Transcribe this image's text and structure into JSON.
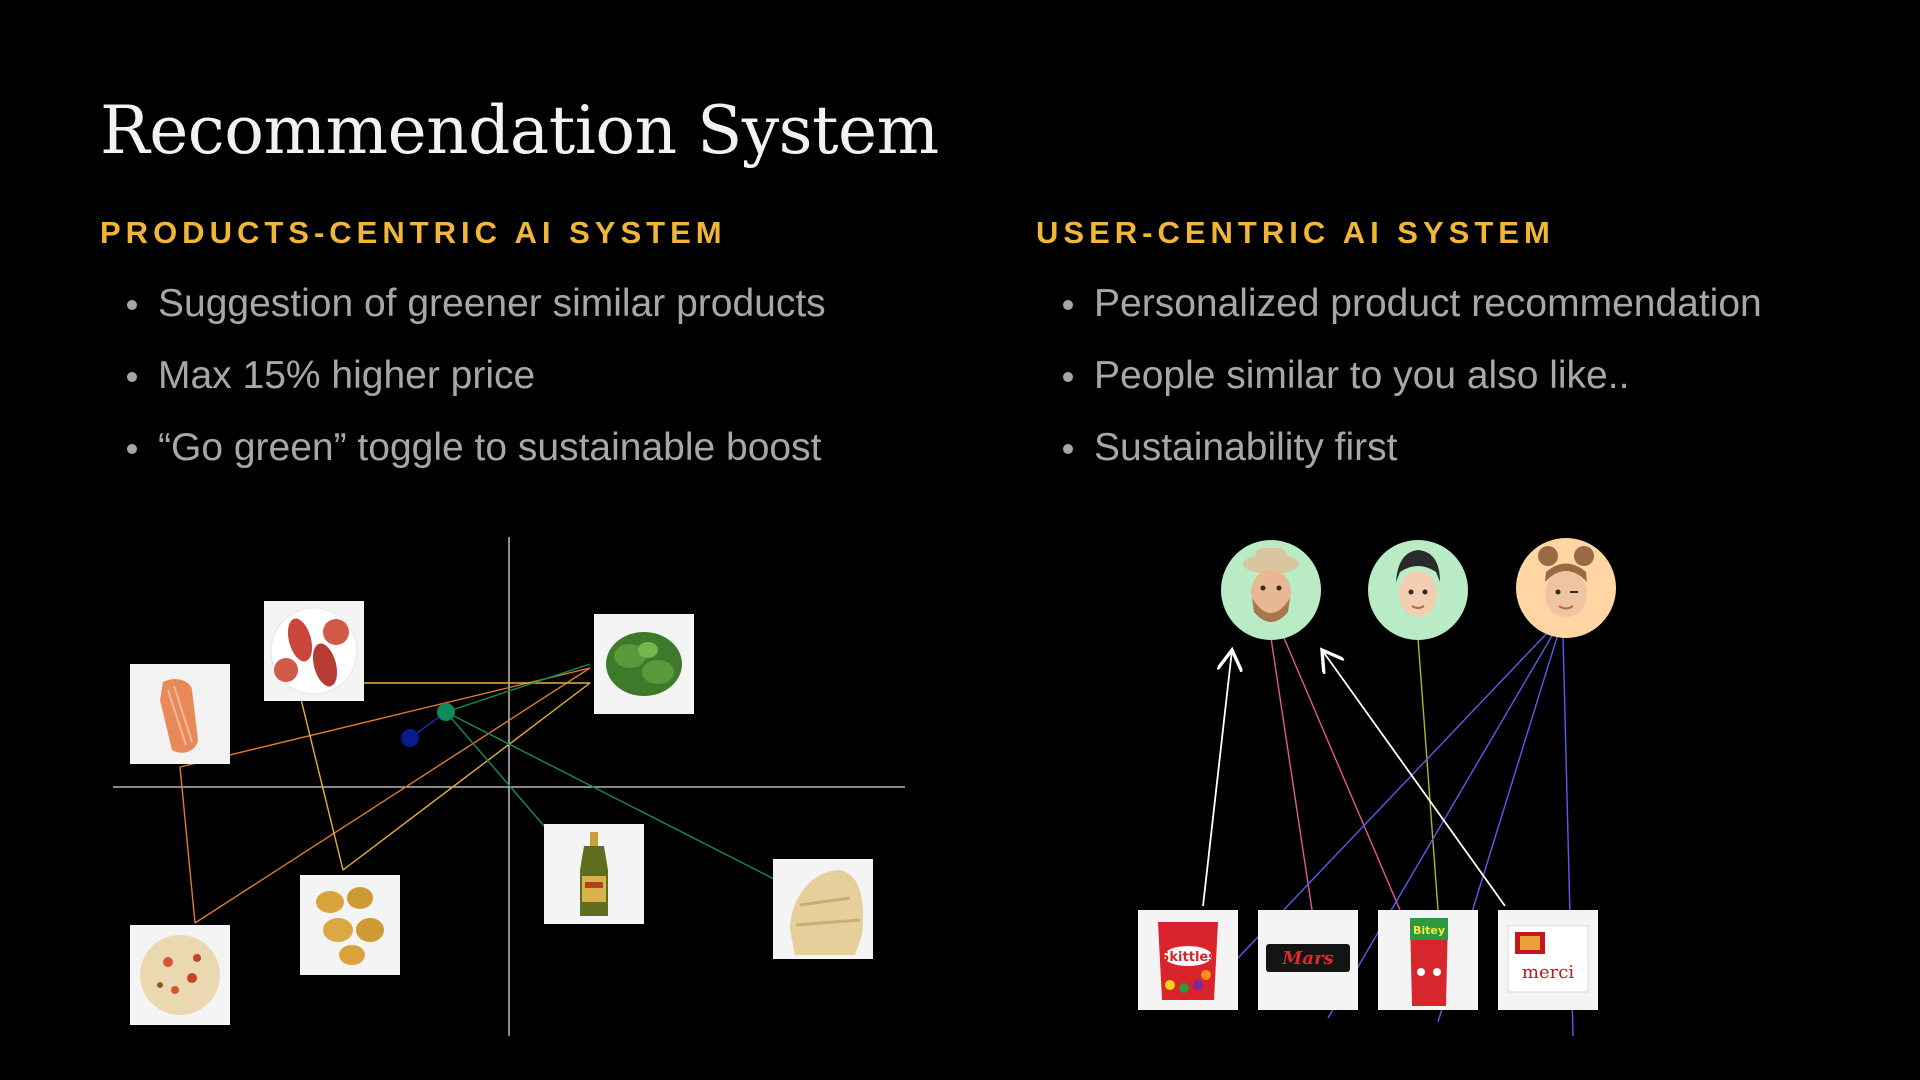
{
  "slide": {
    "title": "Recommendation System"
  },
  "left": {
    "heading": "PRODUCTS-CENTRIC AI SYSTEM",
    "bullets": [
      "Suggestion of greener similar products",
      "Max 15% higher price",
      "“Go green” toggle to sustainable boost"
    ]
  },
  "right": {
    "heading": "USER-CENTRIC AI SYSTEM",
    "bullets": [
      "Personalized product recommendation",
      "People similar to you also like..",
      "Sustainability first"
    ]
  },
  "products_plot": {
    "items": [
      "salmon",
      "salami",
      "arugula",
      "potatoes",
      "olive-oil",
      "rice",
      "oats"
    ],
    "point_colors": {
      "blue": "#0a1a8f",
      "green": "#0e8a5c"
    },
    "edge_colors": {
      "orange": "#e07a2c",
      "yellow": "#e6b13a",
      "green": "#1a8a55"
    }
  },
  "users_graph": {
    "users": [
      "user-1",
      "user-2",
      "user-3"
    ],
    "products": [
      "Skittles",
      "Mars",
      "Bitey",
      "merci"
    ],
    "user_colors": [
      "#b9ecc4",
      "#b9ecc4",
      "#ffd6a3"
    ],
    "edge_colors": {
      "white": "#ffffff",
      "pink": "#e05a9a",
      "olive": "#b4b41e",
      "blue": "#5a5cf0"
    }
  }
}
